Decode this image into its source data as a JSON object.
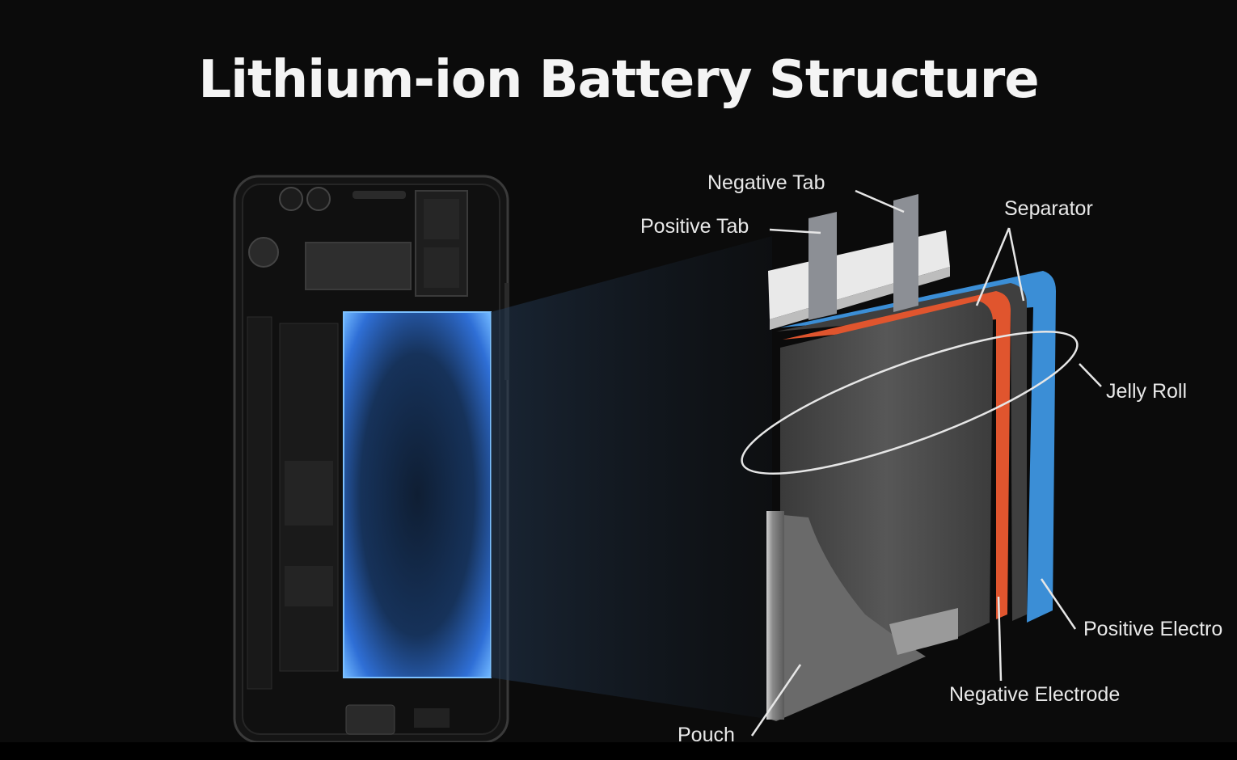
{
  "title": "Lithium-ion Battery Structure",
  "labels": {
    "negative_tab": "Negative Tab",
    "positive_tab": "Positive Tab",
    "separator": "Separator",
    "jelly_roll": "Jelly Roll",
    "positive_electrode": "Positive Electro",
    "negative_electrode": "Negative Electrode",
    "pouch": "Pouch"
  },
  "colors": {
    "background": "#0b0b0b",
    "battery_glow": "#3d86ff",
    "positive_electrode_layer": "#3b8ed6",
    "negative_electrode_layer": "#e0552e",
    "jelly_roll_body": "#4a4a4a",
    "tab": "#8c8f95",
    "tab_base": "#eeeeee"
  }
}
